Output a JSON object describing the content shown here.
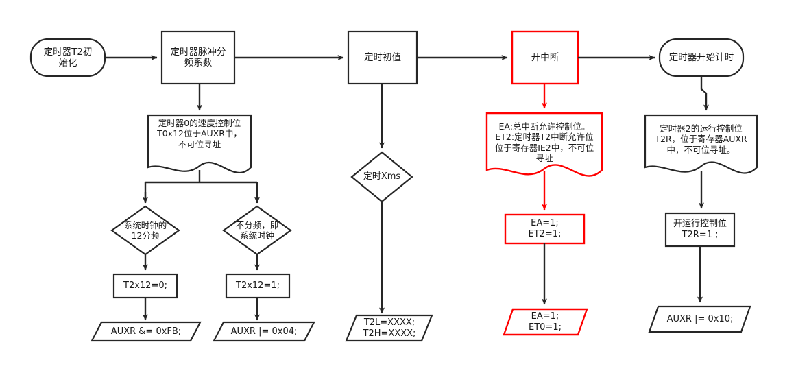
{
  "diagram": {
    "title": "定时器T2初始化流程图",
    "colors": {
      "stroke_default": "#262626",
      "stroke_highlight": "#FF0000",
      "text": "#1a1a1a",
      "background": "#FFFFFF"
    },
    "nodes": {
      "start_t2_init": {
        "label": "定时器T2初\n始化",
        "shape": "terminator",
        "color": "#262626"
      },
      "prescaler": {
        "label": "定时器脉冲分\n频系数",
        "shape": "process",
        "color": "#262626"
      },
      "prescaler_note": {
        "label": "定时器0的速度控制位\nT0x12位于AUXR中，\n不可位寻址",
        "shape": "document",
        "color": "#262626"
      },
      "decision_sysclk_div12": {
        "label": "系统时钟的\n12分频",
        "shape": "decision",
        "color": "#262626"
      },
      "decision_no_div": {
        "label": "不分频，即\n系统时钟",
        "shape": "decision",
        "color": "#262626"
      },
      "set_t2x12_0": {
        "label": "T2x12=0;",
        "shape": "process",
        "color": "#262626"
      },
      "set_t2x12_1": {
        "label": "T2x12=1;",
        "shape": "process",
        "color": "#262626"
      },
      "code_auxr_and": {
        "label": "AUXR &= 0xFB;",
        "shape": "io",
        "color": "#262626"
      },
      "code_auxr_or04": {
        "label": "AUXR |= 0x04;",
        "shape": "io",
        "color": "#262626"
      },
      "initial_value": {
        "label": "定时初值",
        "shape": "process",
        "color": "#262626"
      },
      "decision_timing_xms": {
        "label": "定时Xms",
        "shape": "decision",
        "color": "#262626"
      },
      "code_t2l_t2h": {
        "label": "T2L=XXXX;\nT2H=XXXX;",
        "shape": "io",
        "color": "#262626"
      },
      "enable_interrupt": {
        "label": "开中断",
        "shape": "process",
        "color": "#FF0000"
      },
      "interrupt_note": {
        "label": "EA:总中断允许控制位。\nET2:定时器T2中断允许位\n位于寄存器IE2中，不可位\n寻址",
        "shape": "document",
        "color": "#FF0000"
      },
      "set_ea_et2": {
        "label": "EA=1;\nET2=1;",
        "shape": "process",
        "color": "#FF0000"
      },
      "code_ea_et0": {
        "label": "EA=1;\nET0=1;",
        "shape": "io",
        "color": "#FF0000"
      },
      "start_counting": {
        "label": "定时器开始计时",
        "shape": "terminator",
        "color": "#262626"
      },
      "run_control_note": {
        "label": "定时器2的运行控制位\nT2R，位于寄存器AUXR\n中，不可位寻址。",
        "shape": "document",
        "color": "#262626"
      },
      "set_t2r": {
        "label": "开运行控制位\nT2R=1 ;",
        "shape": "process",
        "color": "#262626"
      },
      "code_auxr_or10": {
        "label": "AUXR |= 0x10;",
        "shape": "io",
        "color": "#262626"
      }
    },
    "edges": [
      {
        "from": "start_t2_init",
        "to": "prescaler",
        "color": "#262626"
      },
      {
        "from": "prescaler",
        "to": "initial_value",
        "color": "#262626"
      },
      {
        "from": "initial_value",
        "to": "enable_interrupt",
        "color": "#262626"
      },
      {
        "from": "enable_interrupt",
        "to": "start_counting",
        "color": "#262626"
      },
      {
        "from": "prescaler",
        "to": "prescaler_note",
        "color": "#262626"
      },
      {
        "from": "prescaler_note",
        "to": "decision_sysclk_div12",
        "color": "#262626"
      },
      {
        "from": "prescaler_note",
        "to": "decision_no_div",
        "color": "#262626"
      },
      {
        "from": "decision_sysclk_div12",
        "to": "set_t2x12_0",
        "color": "#262626"
      },
      {
        "from": "decision_no_div",
        "to": "set_t2x12_1",
        "color": "#262626"
      },
      {
        "from": "set_t2x12_0",
        "to": "code_auxr_and",
        "color": "#262626"
      },
      {
        "from": "set_t2x12_1",
        "to": "code_auxr_or04",
        "color": "#262626"
      },
      {
        "from": "initial_value",
        "to": "decision_timing_xms",
        "color": "#262626"
      },
      {
        "from": "decision_timing_xms",
        "to": "code_t2l_t2h",
        "color": "#262626"
      },
      {
        "from": "enable_interrupt",
        "to": "interrupt_note",
        "color": "#FF0000"
      },
      {
        "from": "interrupt_note",
        "to": "set_ea_et2",
        "color": "#FF0000"
      },
      {
        "from": "set_ea_et2",
        "to": "code_ea_et0",
        "color": "#262626"
      },
      {
        "from": "start_counting",
        "to": "run_control_note",
        "color": "#262626"
      },
      {
        "from": "run_control_note",
        "to": "set_t2r",
        "color": "#262626"
      },
      {
        "from": "set_t2r",
        "to": "code_auxr_or10",
        "color": "#262626"
      }
    ]
  }
}
